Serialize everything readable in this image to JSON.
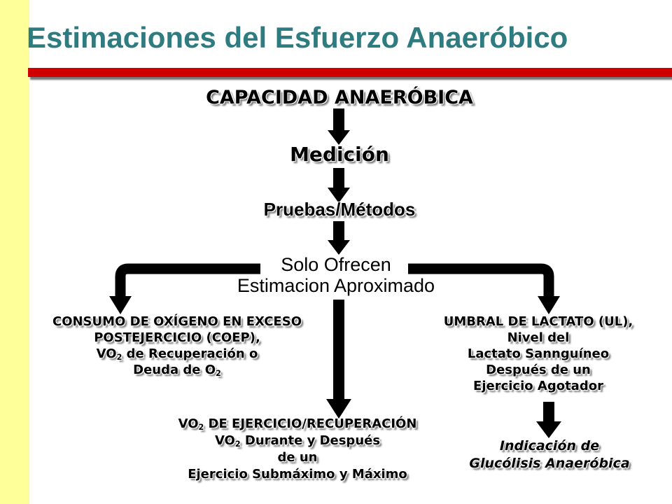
{
  "title": "Estimaciones del Esfuerzo Anaeróbico",
  "nodes": {
    "capacidad": "CAPACIDAD ANAERÓBICA",
    "medicion": "Medición",
    "pruebas": "Pruebas/Métodos",
    "solo_line1": "Solo Ofrecen",
    "solo_line2": "Estimacion Aproximado",
    "coep": {
      "line1": "CONSUMO DE OXÍGENO EN EXCESO",
      "line2": "POSTEJERCICIO (COEP),",
      "line3_pre": "VO",
      "line3_sub": "2",
      "line3_post": " de Recuperación o",
      "line4_pre": "Deuda de O",
      "line4_sub": "2"
    },
    "umbral": {
      "line1": "UMBRAL DE LACTATO (UL),",
      "line2": "Nivel del",
      "line3": "Lactato Sannguíneo",
      "line4": "Después de un",
      "line5": "Ejercicio Agotador"
    },
    "vo2": {
      "line1_pre": "VO",
      "line1_sub": "2",
      "line1_post": " DE EJERCICIO/RECUPERACIÓN",
      "line2_pre": "VO",
      "line2_sub": "2",
      "line2_post": " Durante y Después",
      "line3": "de un",
      "line4": "Ejercicio Submáximo y Máximo"
    },
    "indicacion": {
      "line1": "Indicación de",
      "line2": "Glucólisis Anaeróbica"
    }
  },
  "colors": {
    "title": "#2e7b80",
    "left_bar": "#ffff99",
    "red_rule": "#d00000",
    "arrows": "#000000"
  }
}
